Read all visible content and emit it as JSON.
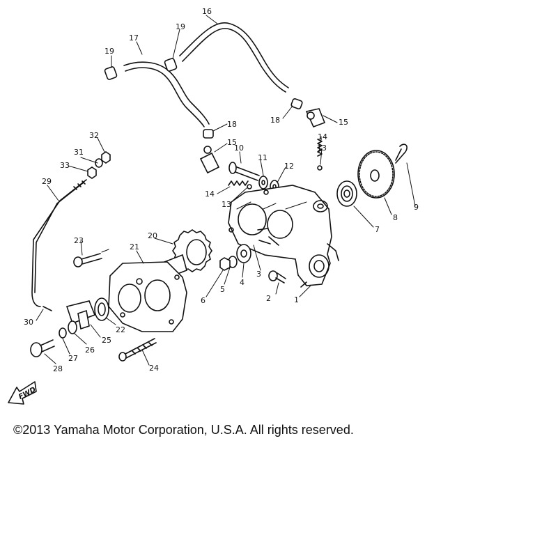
{
  "diagram": {
    "callouts": [
      {
        "id": "n16",
        "label": "16"
      },
      {
        "id": "n17",
        "label": "17"
      },
      {
        "id": "n19a",
        "label": "19"
      },
      {
        "id": "n19b",
        "label": "19"
      },
      {
        "id": "n18a",
        "label": "18"
      },
      {
        "id": "n18b",
        "label": "18"
      },
      {
        "id": "n15a",
        "label": "15"
      },
      {
        "id": "n15b",
        "label": "15"
      },
      {
        "id": "n14a",
        "label": "14"
      },
      {
        "id": "n14b",
        "label": "14"
      },
      {
        "id": "n13a",
        "label": "13"
      },
      {
        "id": "n13b",
        "label": "13"
      },
      {
        "id": "n10",
        "label": "10"
      },
      {
        "id": "n11",
        "label": "11"
      },
      {
        "id": "n12",
        "label": "12"
      },
      {
        "id": "n9",
        "label": "9"
      },
      {
        "id": "n8",
        "label": "8"
      },
      {
        "id": "n7",
        "label": "7"
      },
      {
        "id": "n1",
        "label": "1"
      },
      {
        "id": "n2",
        "label": "2"
      },
      {
        "id": "n3",
        "label": "3"
      },
      {
        "id": "n4",
        "label": "4"
      },
      {
        "id": "n5",
        "label": "5"
      },
      {
        "id": "n6",
        "label": "6"
      },
      {
        "id": "n20",
        "label": "20"
      },
      {
        "id": "n21",
        "label": "21"
      },
      {
        "id": "n22",
        "label": "22"
      },
      {
        "id": "n23",
        "label": "23"
      },
      {
        "id": "n24",
        "label": "24"
      },
      {
        "id": "n25",
        "label": "25"
      },
      {
        "id": "n26",
        "label": "26"
      },
      {
        "id": "n27",
        "label": "27"
      },
      {
        "id": "n28",
        "label": "28"
      },
      {
        "id": "n29",
        "label": "29"
      },
      {
        "id": "n30",
        "label": "30"
      },
      {
        "id": "n31",
        "label": "31"
      },
      {
        "id": "n32",
        "label": "32"
      },
      {
        "id": "n33",
        "label": "33"
      }
    ],
    "fwd_label": "FWD"
  },
  "footer": {
    "copyright": "©2013 Yamaha Motor Corporation, U.S.A. All rights reserved."
  }
}
